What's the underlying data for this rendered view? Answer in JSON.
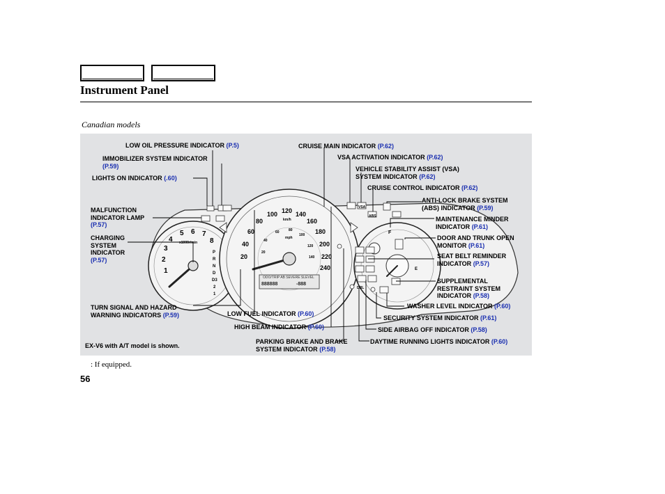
{
  "header": {
    "title": "Instrument Panel",
    "subtitle": "Canadian models"
  },
  "panel": {
    "note": "EX-V6 with A/T model is shown.",
    "labels": [
      {
        "text": "LOW OIL PRESSURE INDICATOR",
        "ref": "(P.5)"
      },
      {
        "text": "IMMOBILIZER SYSTEM INDICATOR",
        "ref": "(P.59)"
      },
      {
        "text": "LIGHTS ON INDICATOR",
        "ref": "(.60)"
      },
      {
        "text": "MALFUNCTION INDICATOR LAMP",
        "ref": "(P.57)"
      },
      {
        "text": "CHARGING SYSTEM INDICATOR",
        "ref": "(P.57)"
      },
      {
        "text": "TURN SIGNAL AND HAZARD WARNING INDICATORS",
        "ref": "(P.59)"
      },
      {
        "text": "LOW FUEL INDICATOR",
        "ref": "(P.60)"
      },
      {
        "text": "HIGH BEAM INDICATOR",
        "ref": "(P.60)"
      },
      {
        "text": "PARKING BRAKE AND BRAKE SYSTEM INDICATOR",
        "ref": "(P.58)"
      },
      {
        "text": "CRUISE MAIN INDICATOR",
        "ref": "(P.62)"
      },
      {
        "text": "VSA ACTIVATION INDICATOR",
        "ref": "(P.62)"
      },
      {
        "text": "VEHICLE STABILITY ASSIST (VSA) SYSTEM INDICATOR",
        "ref": "(P.62)"
      },
      {
        "text": "CRUISE CONTROL INDICATOR",
        "ref": "(P.62)"
      },
      {
        "text": "ANTI-LOCK BRAKE SYSTEM (ABS) INDICATOR",
        "ref": "(P.59)"
      },
      {
        "text": "MAINTENANCE MINDER INDICATOR",
        "ref": "(P.61)"
      },
      {
        "text": "DOOR AND TRUNK OPEN MONITOR",
        "ref": "(P.61)"
      },
      {
        "text": "SEAT BELT REMINDER INDICATOR",
        "ref": "(P.57)"
      },
      {
        "text": "SUPPLEMENTAL RESTRAINT SYSTEM INDICATOR",
        "ref": "(P.58)"
      },
      {
        "text": "WASHER LEVEL INDICATOR",
        "ref": "(P.60)"
      },
      {
        "text": "SECURITY SYSTEM INDICATOR",
        "ref": "(P.61)"
      },
      {
        "text": "SIDE AIRBAG OFF INDICATOR",
        "ref": "(P.58)"
      },
      {
        "text": "DAYTIME RUNNING LIGHTS INDICATOR",
        "ref": "(P.60)"
      }
    ],
    "gauges": {
      "tach_ticks": [
        "1",
        "2",
        "3",
        "4",
        "5",
        "6",
        "7",
        "8"
      ],
      "tach_unit": "x1000r/min",
      "speed_kmh": [
        "20",
        "40",
        "60",
        "80",
        "100",
        "120",
        "140",
        "160",
        "180",
        "200",
        "220",
        "240"
      ],
      "speed_mph": [
        "20",
        "40",
        "60",
        "80",
        "100",
        "120",
        "140"
      ],
      "speed_units": [
        "km/h",
        "mph"
      ],
      "gear_positions": [
        "P",
        "R",
        "N",
        "D",
        "D3",
        "2",
        "1"
      ],
      "fuel_marks": [
        "F",
        "E"
      ],
      "odometer": "888888",
      "trip": "-888",
      "display_caption": "ODO/TRIP  AB  SEVERE SLEVEL",
      "badges": [
        "DRL",
        "VSA",
        "ABS"
      ]
    }
  },
  "footer": {
    "footnote": ":  If equipped.",
    "page_number": "56"
  },
  "colors": {
    "panel_bg": "#e1e2e4",
    "ref_blue": "#1a2fb0",
    "gauge_face": "#f4f4f4"
  }
}
